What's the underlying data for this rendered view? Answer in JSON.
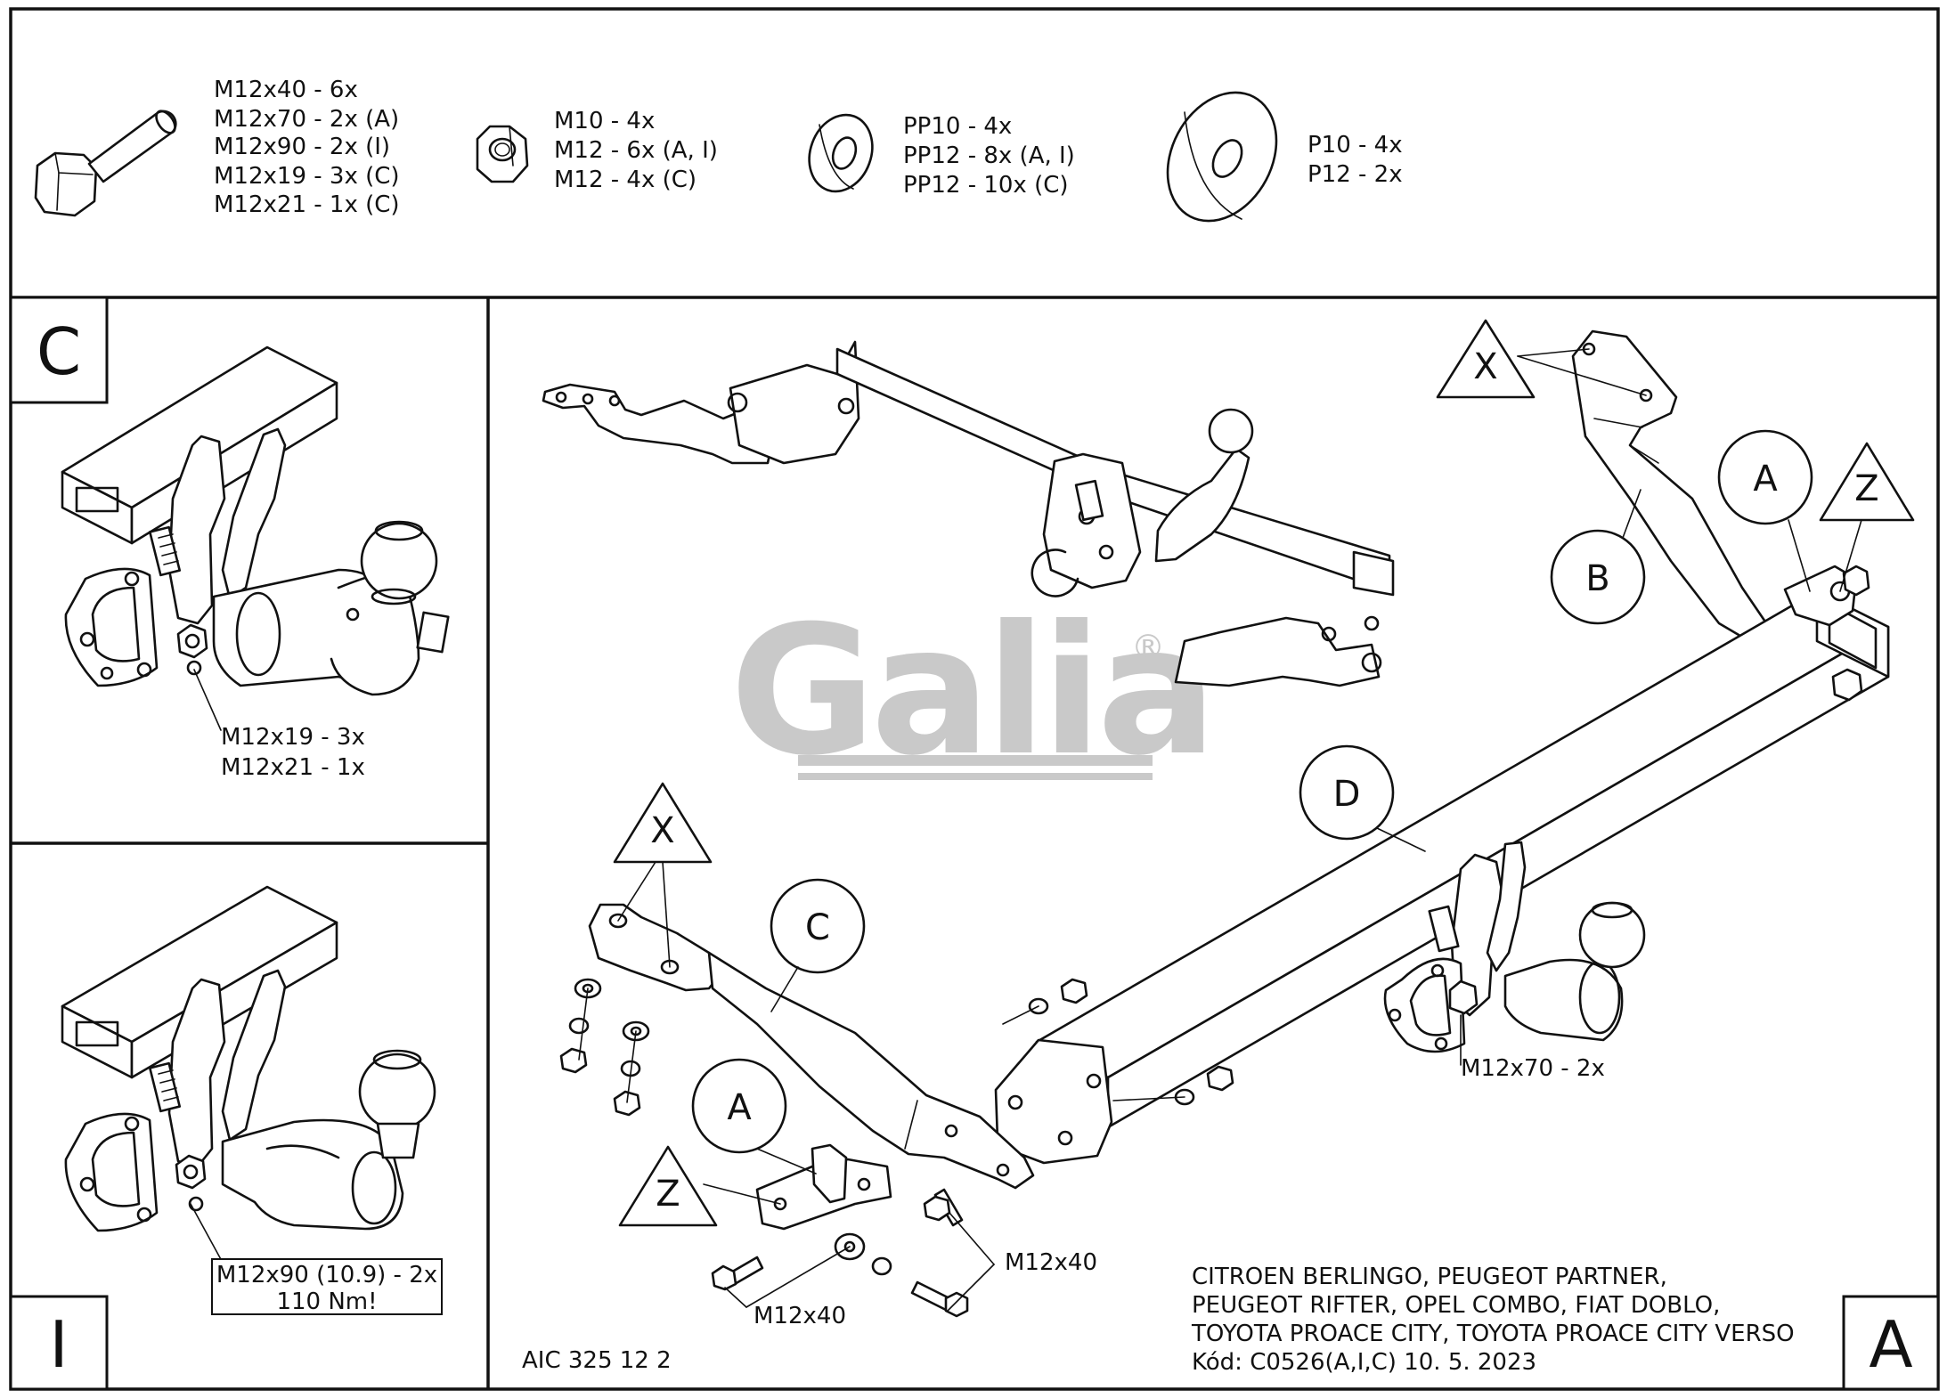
{
  "hardware": {
    "bolts": [
      "M12x40 - 6x",
      "M12x70 - 2x (A)",
      "M12x90 - 2x (I)",
      "M12x19 - 3x (C)",
      "M12x21 - 1x (C)"
    ],
    "nuts": [
      "M10 - 4x",
      "M12 - 6x (A, I)",
      "M12 - 4x (C)"
    ],
    "spring_washers": [
      "PP10 - 4x",
      "PP12 - 8x (A, I)",
      "PP12 - 10x (C)"
    ],
    "flat_washers": [
      "P10 - 4x",
      "P12 - 2x"
    ]
  },
  "panel_c": {
    "letter": "C",
    "bolt_labels": [
      "M12x19 - 3x",
      "M12x21 - 1x"
    ]
  },
  "panel_i": {
    "letter": "I",
    "bolt_labels": [
      "M12x90 (10.9) - 2x",
      "110 Nm!"
    ]
  },
  "panel_a": {
    "letter": "A",
    "callouts": {
      "a1": "A",
      "a2": "A",
      "b": "B",
      "c": "C",
      "d": "D",
      "x1": "X",
      "x2": "X",
      "z1": "Z",
      "z2": "Z"
    },
    "bolt_labels": {
      "m12x70": "M12x70 - 2x",
      "m12x40_right": "M12x40",
      "m12x40_left": "M12x40"
    }
  },
  "logo": {
    "text": "Galia",
    "mark": "®"
  },
  "part_number": "AIC 325 12 2",
  "vehicles": [
    "CITROEN BERLINGO, PEUGEOT PARTNER,",
    "PEUGEOT RIFTER, OPEL COMBO, FIAT DOBLO,",
    "TOYOTA PROACE CITY, TOYOTA PROACE CITY VERSO"
  ],
  "code_line": "Kód: C0526(A,I,C)  10. 5. 2023"
}
